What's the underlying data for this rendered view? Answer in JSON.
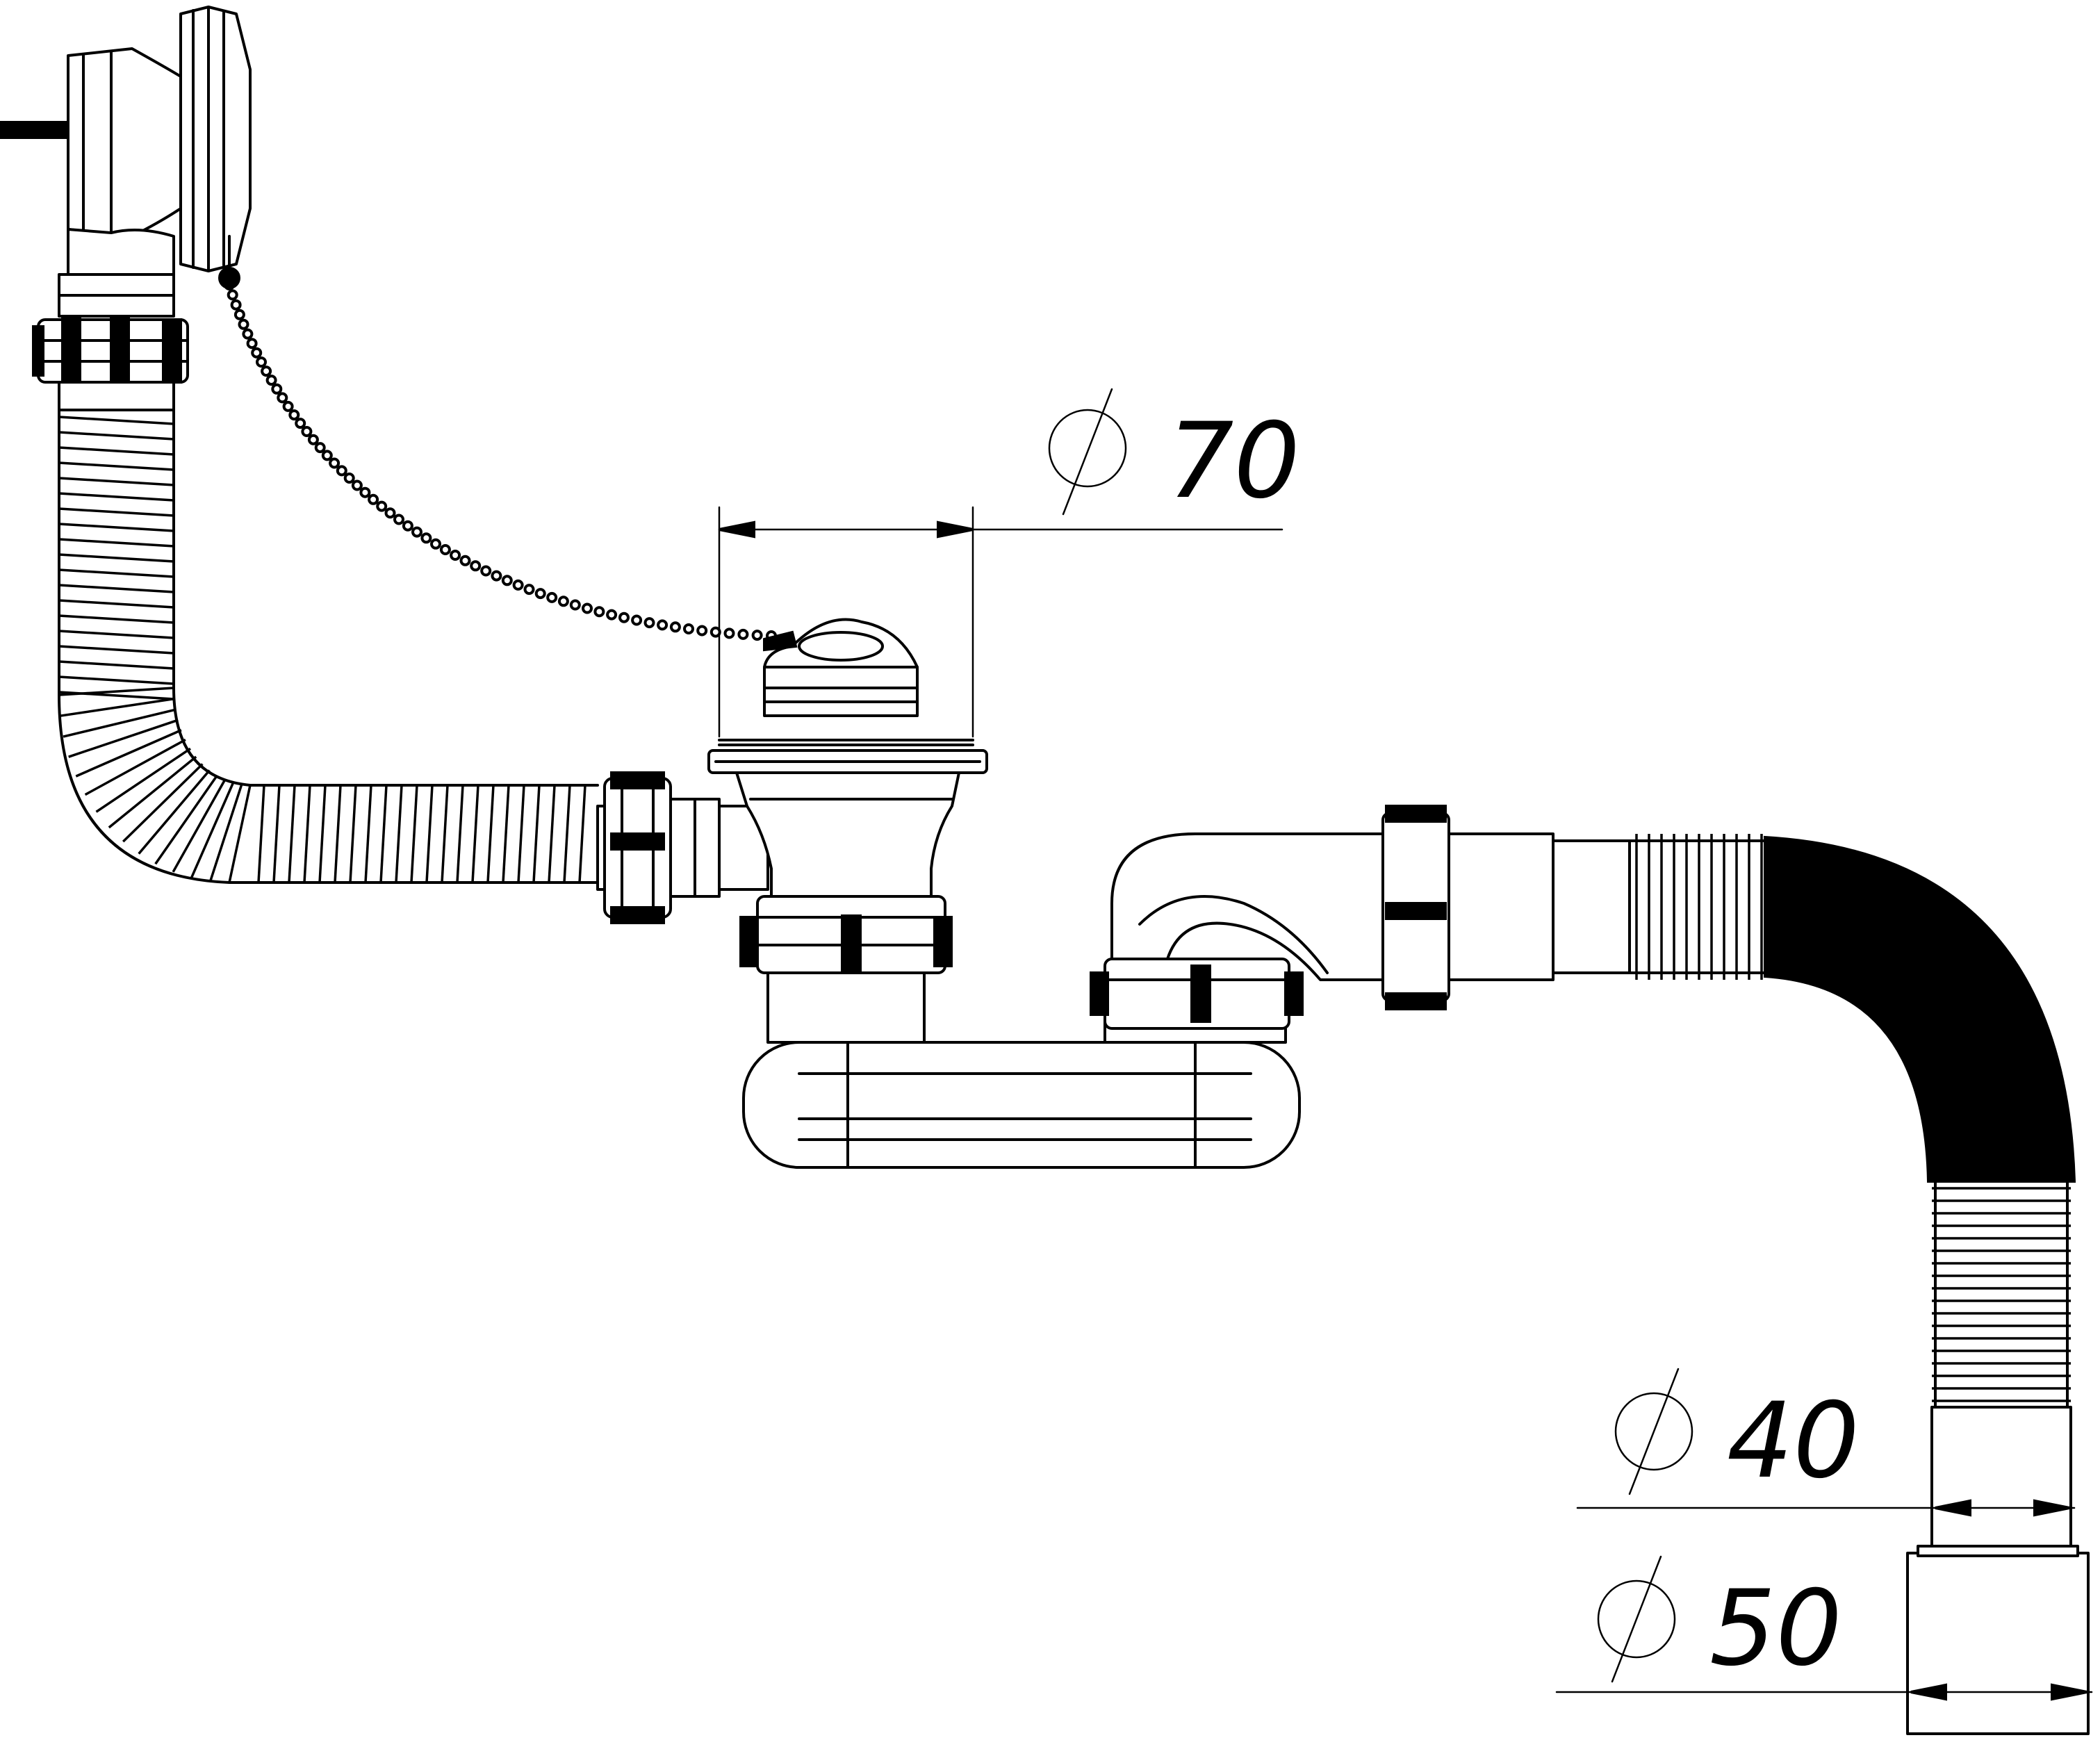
{
  "dimensions": {
    "strainer_diameter": "70",
    "outlet_inner_diameter": "40",
    "outlet_outer_diameter": "50"
  },
  "colors": {
    "line": "#000000",
    "background": "#ffffff"
  }
}
